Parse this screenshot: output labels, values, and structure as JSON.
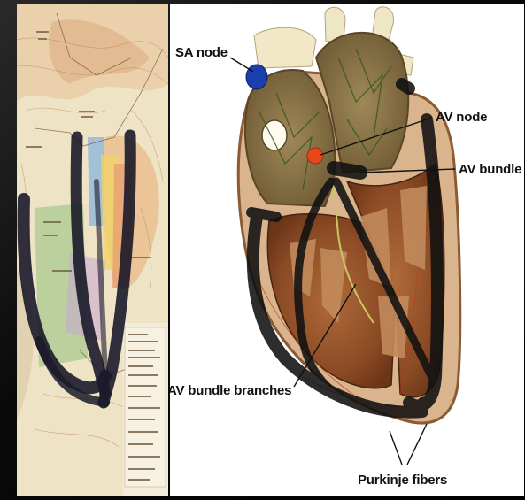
{
  "diagram": {
    "labels": {
      "sa_node": "SA node",
      "av_node": "AV node",
      "av_bundle": "AV bundle",
      "av_bundle_branches": "AV bundle branches",
      "purkinje_fibers": "Purkinje fibers"
    }
  },
  "colors": {
    "background": "#000000",
    "map_paper": "#f1e6cc",
    "panel": "#ffffff",
    "heart_muscle": "#8a4a24",
    "sa_node": "#1b3fae",
    "av_node": "#e8471b",
    "conduction_path": "#111111",
    "overlay_stroke": "#1a1a2a"
  }
}
